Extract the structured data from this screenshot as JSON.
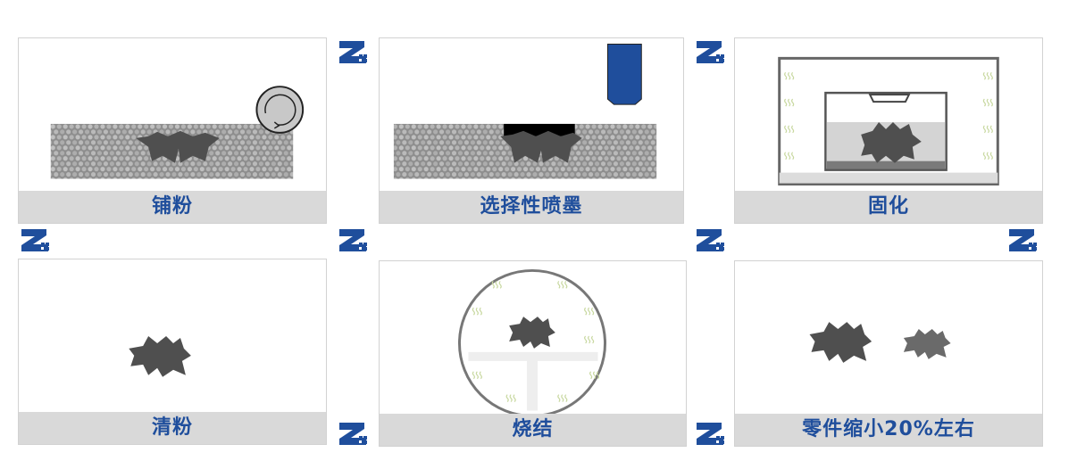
{
  "steps": [
    {
      "label": "铺粉"
    },
    {
      "label": "选择性喷墨"
    },
    {
      "label": "固化"
    },
    {
      "label": "清粉"
    },
    {
      "label": "烧结"
    },
    {
      "label": "零件缩小20%左右"
    }
  ],
  "icons": {
    "arrow": "z-arrow-icon",
    "roller": "roller-icon",
    "printhead": "inkjet-printhead-icon",
    "heat": "heat-wave-icon"
  },
  "colors": {
    "caption_text": "#1f4e9c",
    "caption_bg": "#d9d9d9",
    "brand_blue": "#1f4e9c",
    "part_gray": "#555555",
    "powder_gray": "#a0a0a0"
  }
}
